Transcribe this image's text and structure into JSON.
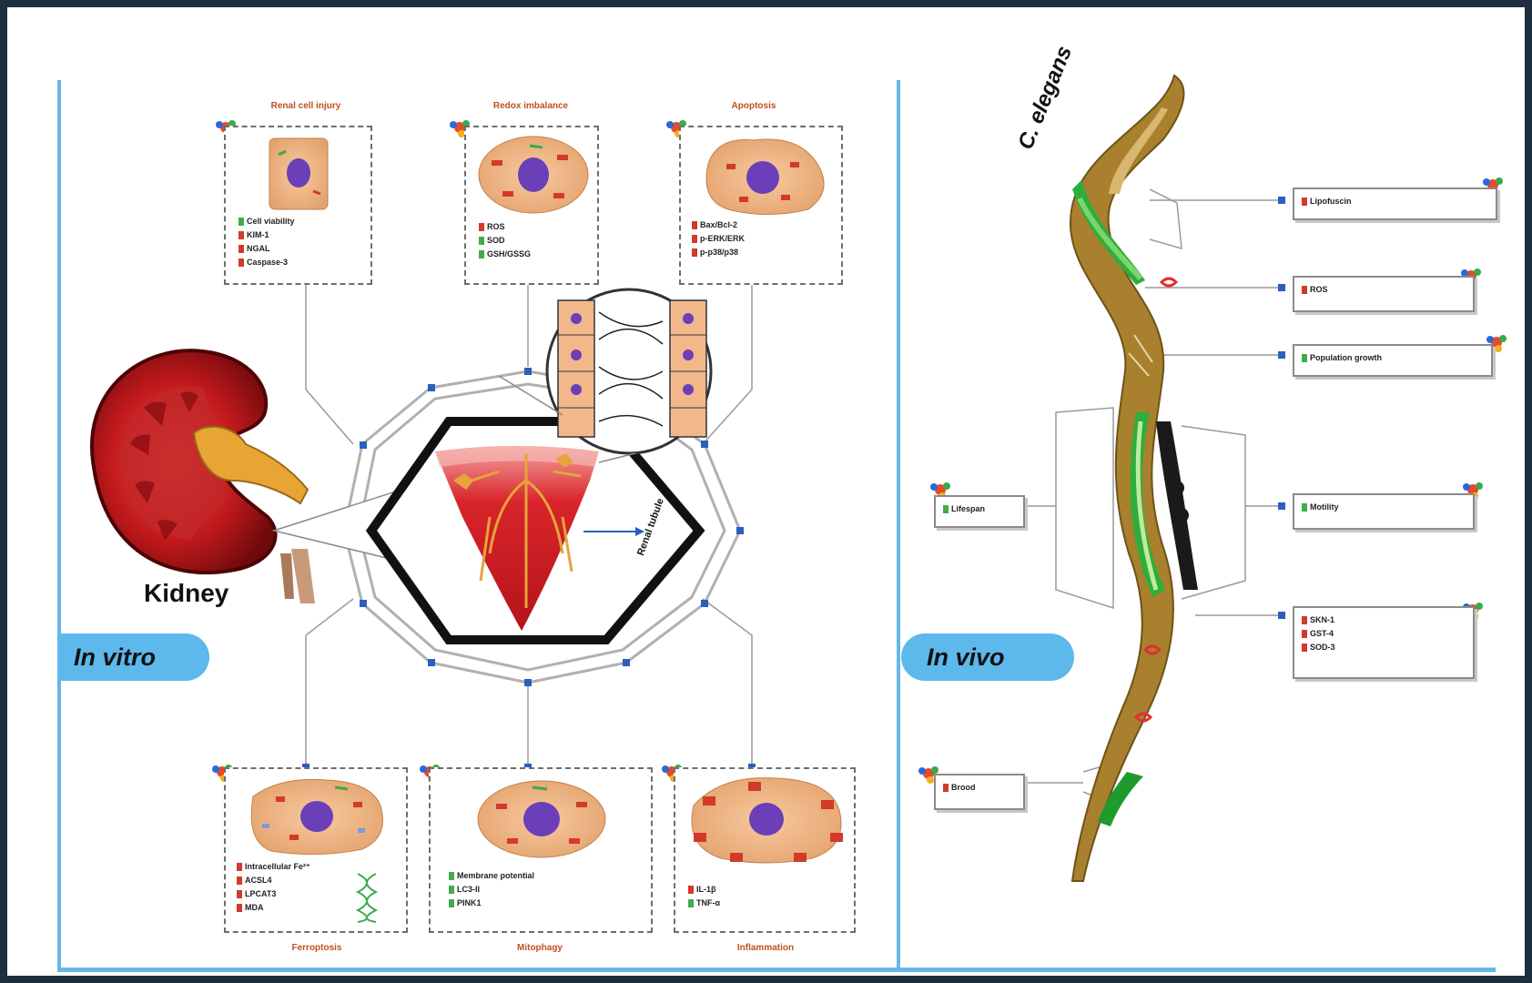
{
  "panels": {
    "left_label": "In vitro",
    "right_label": "In vivo"
  },
  "kidney_label": "Kidney",
  "organism_label": "C. elegans",
  "tubule_label": "Renal tubule",
  "cell_panels": [
    {
      "title": "Renal cell injury",
      "items": [
        {
          "dir": "down",
          "text": "Cell viability"
        },
        {
          "dir": "up",
          "text": "KIM-1"
        },
        {
          "dir": "up",
          "text": "NGAL"
        },
        {
          "dir": "up",
          "text": "Caspase-3"
        }
      ]
    },
    {
      "title": "Redox imbalance",
      "items": [
        {
          "dir": "up",
          "text": "ROS"
        },
        {
          "dir": "down",
          "text": "SOD"
        },
        {
          "dir": "down",
          "text": "GSH/GSSG"
        }
      ]
    },
    {
      "title": "Apoptosis",
      "items": [
        {
          "dir": "up",
          "text": "Bax/Bcl-2"
        },
        {
          "dir": "up",
          "text": "p-ERK/ERK"
        },
        {
          "dir": "up",
          "text": "p-p38/p38"
        }
      ]
    },
    {
      "title": "Ferroptosis",
      "items": [
        {
          "dir": "up",
          "text": "Intracellular Fe²⁺"
        },
        {
          "dir": "up",
          "text": "ACSL4"
        },
        {
          "dir": "up",
          "text": "LPCAT3"
        },
        {
          "dir": "up",
          "text": "MDA"
        }
      ]
    },
    {
      "title": "Mitophagy",
      "items": [
        {
          "dir": "down",
          "text": "Membrane potential"
        },
        {
          "dir": "down",
          "text": "LC3-II"
        },
        {
          "dir": "down",
          "text": "PINK1"
        }
      ]
    },
    {
      "title": "Inflammation",
      "items": [
        {
          "dir": "up",
          "text": "IL-1β"
        },
        {
          "dir": "down",
          "text": "TNF-α"
        }
      ]
    }
  ],
  "worm_boxes": [
    {
      "items": [
        {
          "dir": "up",
          "text": "Lipofuscin"
        }
      ]
    },
    {
      "items": [
        {
          "dir": "up",
          "text": "ROS"
        }
      ]
    },
    {
      "items": [
        {
          "dir": "down",
          "text": "Population growth"
        }
      ]
    },
    {
      "items": [
        {
          "dir": "down",
          "text": "Lifespan"
        }
      ]
    },
    {
      "items": [
        {
          "dir": "down",
          "text": "Motility"
        }
      ]
    },
    {
      "items": [
        {
          "dir": "up",
          "text": "SKN-1"
        },
        {
          "dir": "up",
          "text": "GST-4"
        },
        {
          "dir": "up",
          "text": "SOD-3"
        }
      ]
    },
    {
      "items": [
        {
          "dir": "up",
          "text": "Brood"
        }
      ]
    }
  ],
  "colors": {
    "panel_accent": "#5db8ec",
    "up_marker": "#d23a2a",
    "down_marker": "#3fae49",
    "kidney": "#b0161a",
    "worm_body": "#a8802e",
    "worm_green": "#2eae3a"
  }
}
